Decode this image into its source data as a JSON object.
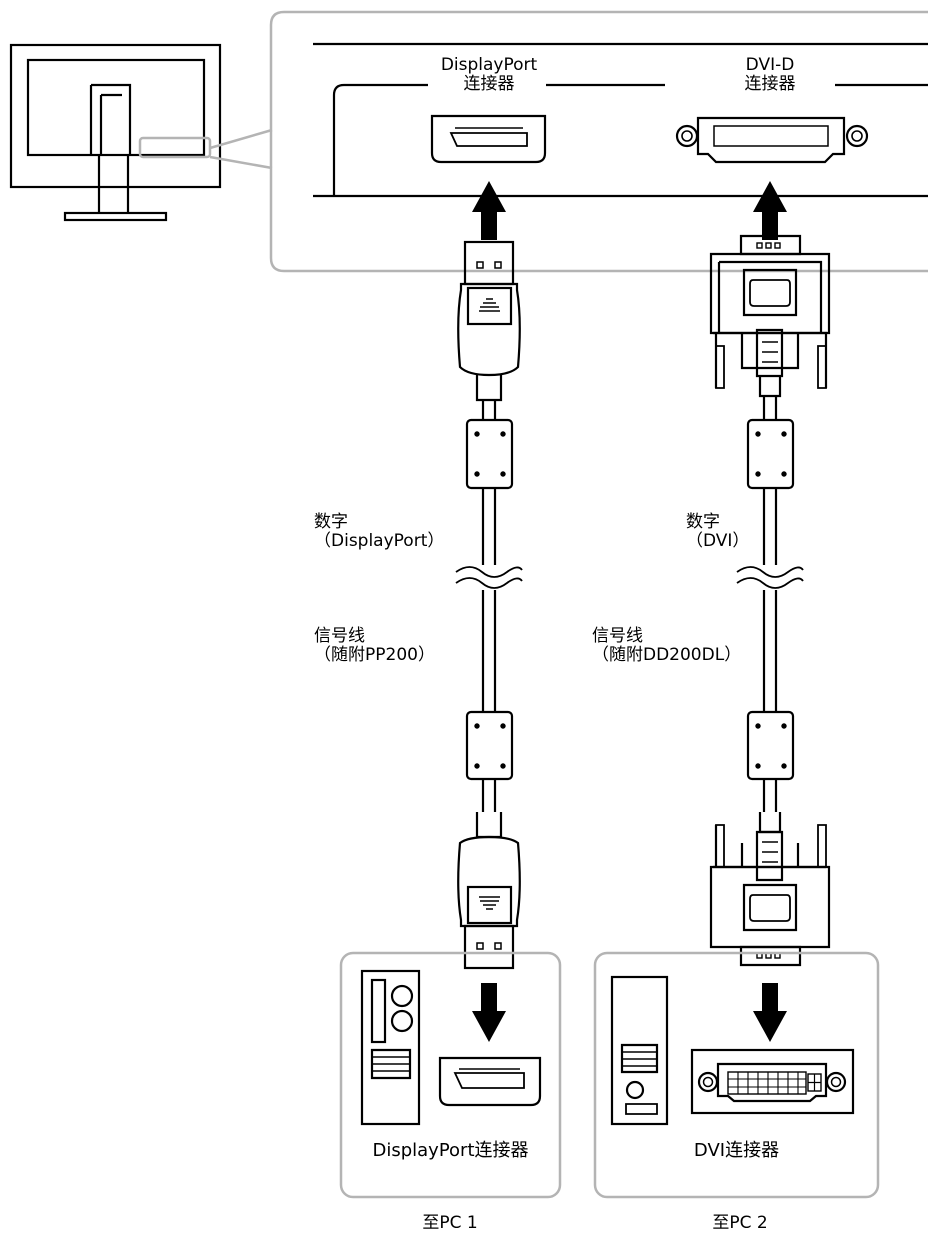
{
  "monitor_panel": {
    "displayport_label_line1": "DisplayPort",
    "displayport_label_line2": "连接器",
    "dvi_label_line1": "DVI-D",
    "dvi_label_line2": "连接器"
  },
  "cables": {
    "displayport": {
      "type_line1": "数字",
      "type_line2": "（DisplayPort）",
      "name_line1": "信号线",
      "name_line2": "（随附PP200）"
    },
    "dvi": {
      "type_line1": "数字",
      "type_line2": "（DVI）",
      "name_line1": "信号线",
      "name_line2": "（随附DD200DL）"
    }
  },
  "pc1": {
    "connector_label": "DisplayPort连接器",
    "caption": "至PC 1"
  },
  "pc2": {
    "connector_label": "DVI连接器",
    "caption": "至PC 2"
  },
  "colors": {
    "line": "#000000",
    "panel_border": "#b4b4b4",
    "background": "#ffffff"
  }
}
